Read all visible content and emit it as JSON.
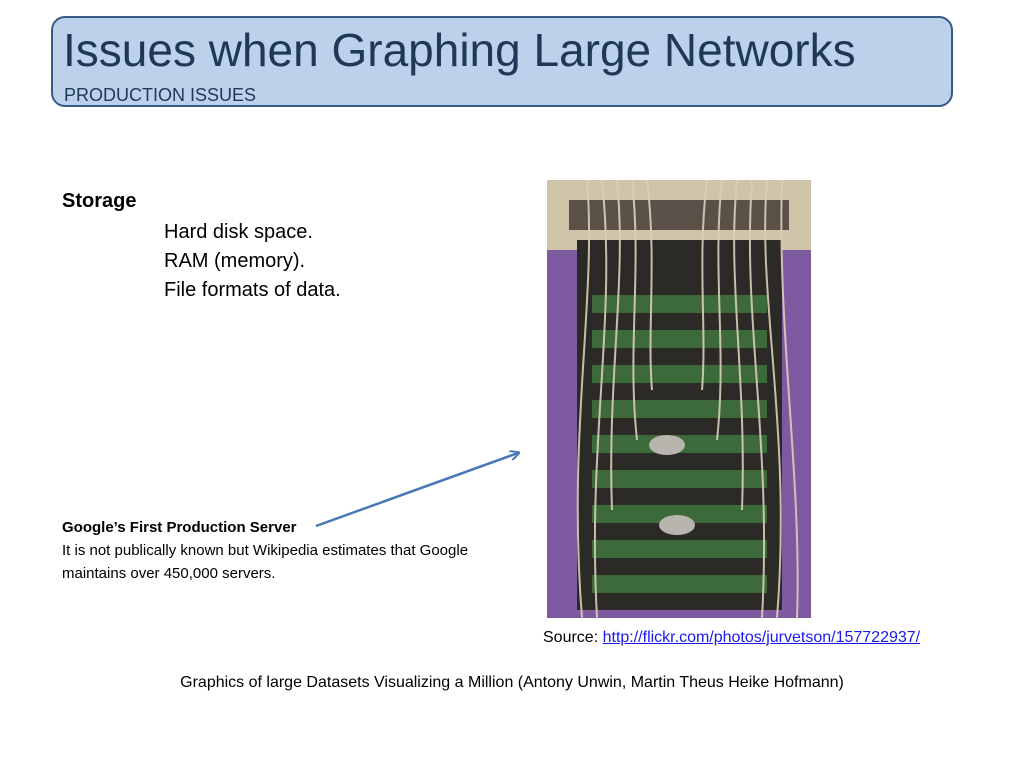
{
  "header": {
    "title": "Issues when Graphing Large Networks",
    "subtitle": "PRODUCTION ISSUES"
  },
  "storage": {
    "heading": "Storage",
    "items": [
      "Hard disk space.",
      "RAM (memory).",
      "File formats of data."
    ]
  },
  "caption": {
    "title": "Google’s First Production Server",
    "body": "It is not publically known but Wikipedia estimates that Google maintains over 450,000 servers."
  },
  "source": {
    "label": "Source:",
    "url": "http://flickr.com/photos/jurvetson/157722937/"
  },
  "footer": {
    "citation": "Graphics of large Datasets Visualizing a Million (Antony Unwin, Martin Theus Heike Hofmann)"
  },
  "colors": {
    "title_box_fill": "#bcd1ea",
    "title_box_border": "#3a5a85",
    "title_text": "#1f3857",
    "arrow": "#4a78b5",
    "link": "#1a1aee"
  }
}
